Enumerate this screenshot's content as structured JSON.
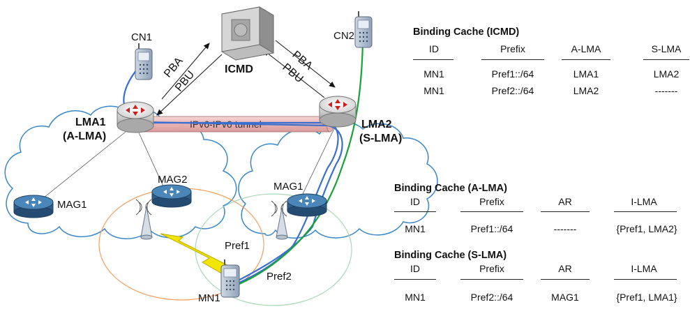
{
  "nodes": {
    "icmd": "ICMD",
    "cn1": "CN1",
    "cn2": "CN2",
    "lma1": [
      "LMA1",
      "(A-LMA)"
    ],
    "lma2": [
      "LMA2",
      "(S-LMA)"
    ],
    "mag1_left": "MAG1",
    "mag2": "MAG2",
    "mag1_right": "MAG1",
    "mn1": "MN1"
  },
  "messages": {
    "pba_left": "PBA",
    "pbu_left": "PBU",
    "pba_right": "PBA",
    "pbu_right": "PBU"
  },
  "tunnel": "IPv6-IPv6 tunnel",
  "prefixes": {
    "pref1": "Pref1",
    "pref2": "Pref2"
  },
  "colors": {
    "blue_path": "#3a6fd0",
    "green_path": "#1aa13a",
    "orange_cell": "#f0a060",
    "green_cell": "#a8d8b8",
    "cloud_stroke": "#3a86c8"
  },
  "tables": {
    "icmd": {
      "title": "Binding Cache (ICMD)",
      "headers": [
        "ID",
        "Prefix",
        "A-LMA",
        "S-LMA"
      ],
      "rows": [
        [
          "MN1",
          "Pref1::/64",
          "LMA1",
          "LMA2"
        ],
        [
          "MN1",
          "Pref2::/64",
          "LMA2",
          "-------"
        ]
      ]
    },
    "a_lma": {
      "title": "Binding Cache (A-LMA)",
      "headers": [
        "ID",
        "Prefix",
        "AR",
        "I-LMA"
      ],
      "rows": [
        [
          "MN1",
          "Pref1::/64",
          "-------",
          "{Pref1, LMA2}"
        ]
      ]
    },
    "s_lma": {
      "title": "Binding Cache (S-LMA)",
      "headers": [
        "ID",
        "Prefix",
        "AR",
        "I-LMA"
      ],
      "rows": [
        [
          "MN1",
          "Pref2::/64",
          "MAG1",
          "{Pref1, LMA1}"
        ]
      ]
    }
  }
}
